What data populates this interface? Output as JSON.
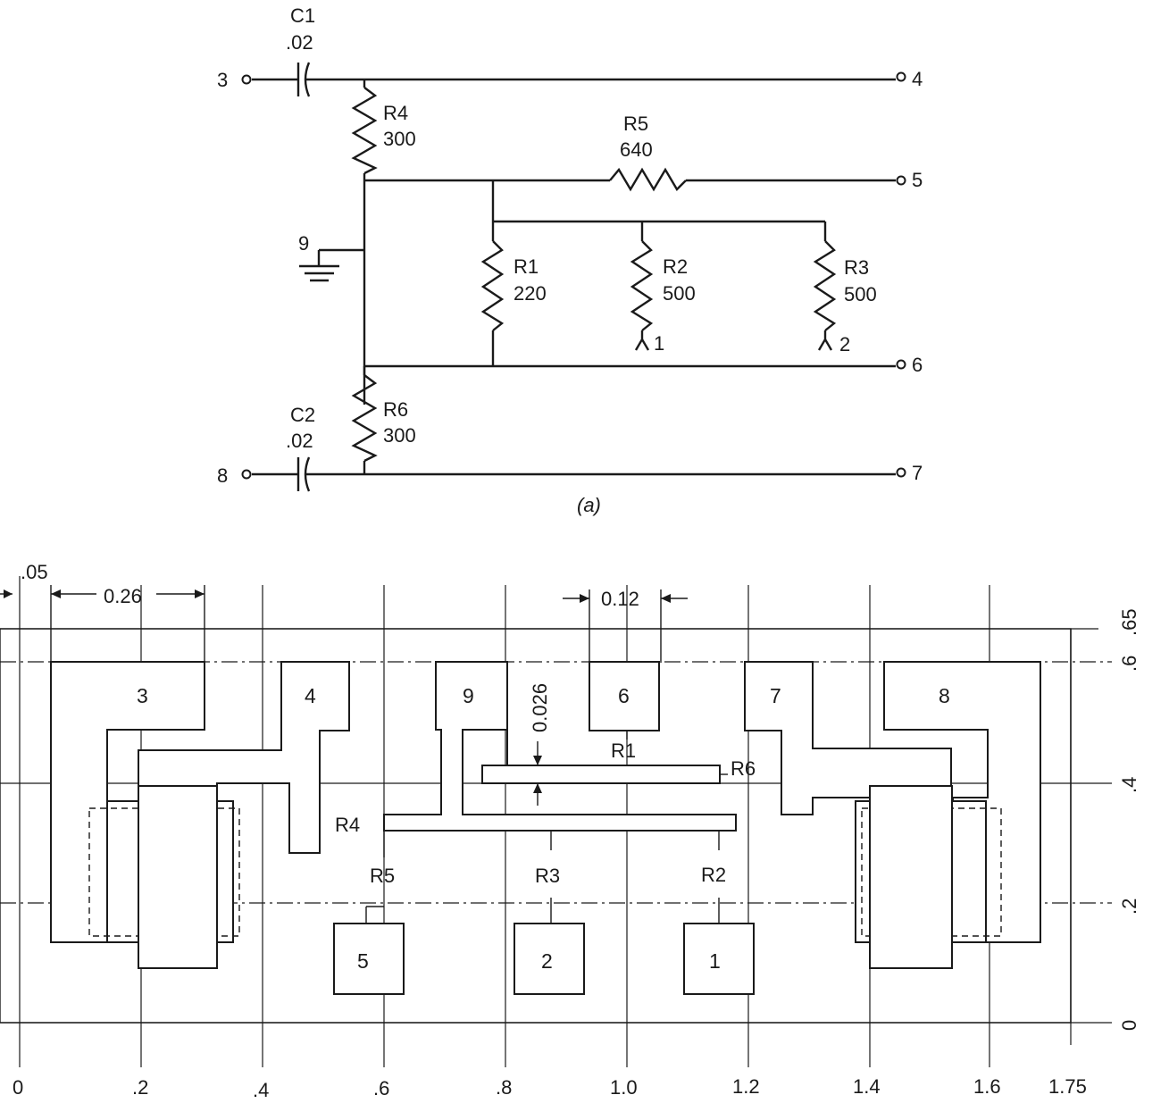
{
  "schematic": {
    "caption": "(a)",
    "c1": {
      "name": "C1",
      "value": ".02"
    },
    "c2": {
      "name": "C2",
      "value": ".02"
    },
    "r1": {
      "name": "R1",
      "value": "220"
    },
    "r2": {
      "name": "R2",
      "value": "500"
    },
    "r3": {
      "name": "R3",
      "value": "500"
    },
    "r4": {
      "name": "R4",
      "value": "300"
    },
    "r5": {
      "name": "R5",
      "value": "640"
    },
    "r6": {
      "name": "R6",
      "value": "300"
    },
    "terminals": {
      "t1": "1",
      "t2": "2",
      "t3": "3",
      "t4": "4",
      "t5": "5",
      "t6": "6",
      "t7": "7",
      "t8": "8",
      "t9": "9"
    }
  },
  "layout": {
    "dims": {
      "d005": ".05",
      "d026": "0.26",
      "d012": "0.12",
      "d0026": "0.026"
    },
    "x_ticks": [
      "0",
      ".2",
      ".4",
      ".6",
      ".8",
      "1.0",
      "1.2",
      "1.4",
      "1.6",
      "1.75"
    ],
    "y_ticks": [
      "0",
      ".2",
      ".4",
      ".6",
      ".65"
    ],
    "pads": {
      "p1": "1",
      "p2": "2",
      "p3": "3",
      "p4": "4",
      "p5": "5",
      "p6": "6",
      "p7": "7",
      "p8": "8",
      "p9": "9"
    },
    "resistors": {
      "r1": "R1",
      "r2": "R2",
      "r3": "R3",
      "r4": "R4",
      "r5": "R5",
      "r6": "R6"
    }
  }
}
